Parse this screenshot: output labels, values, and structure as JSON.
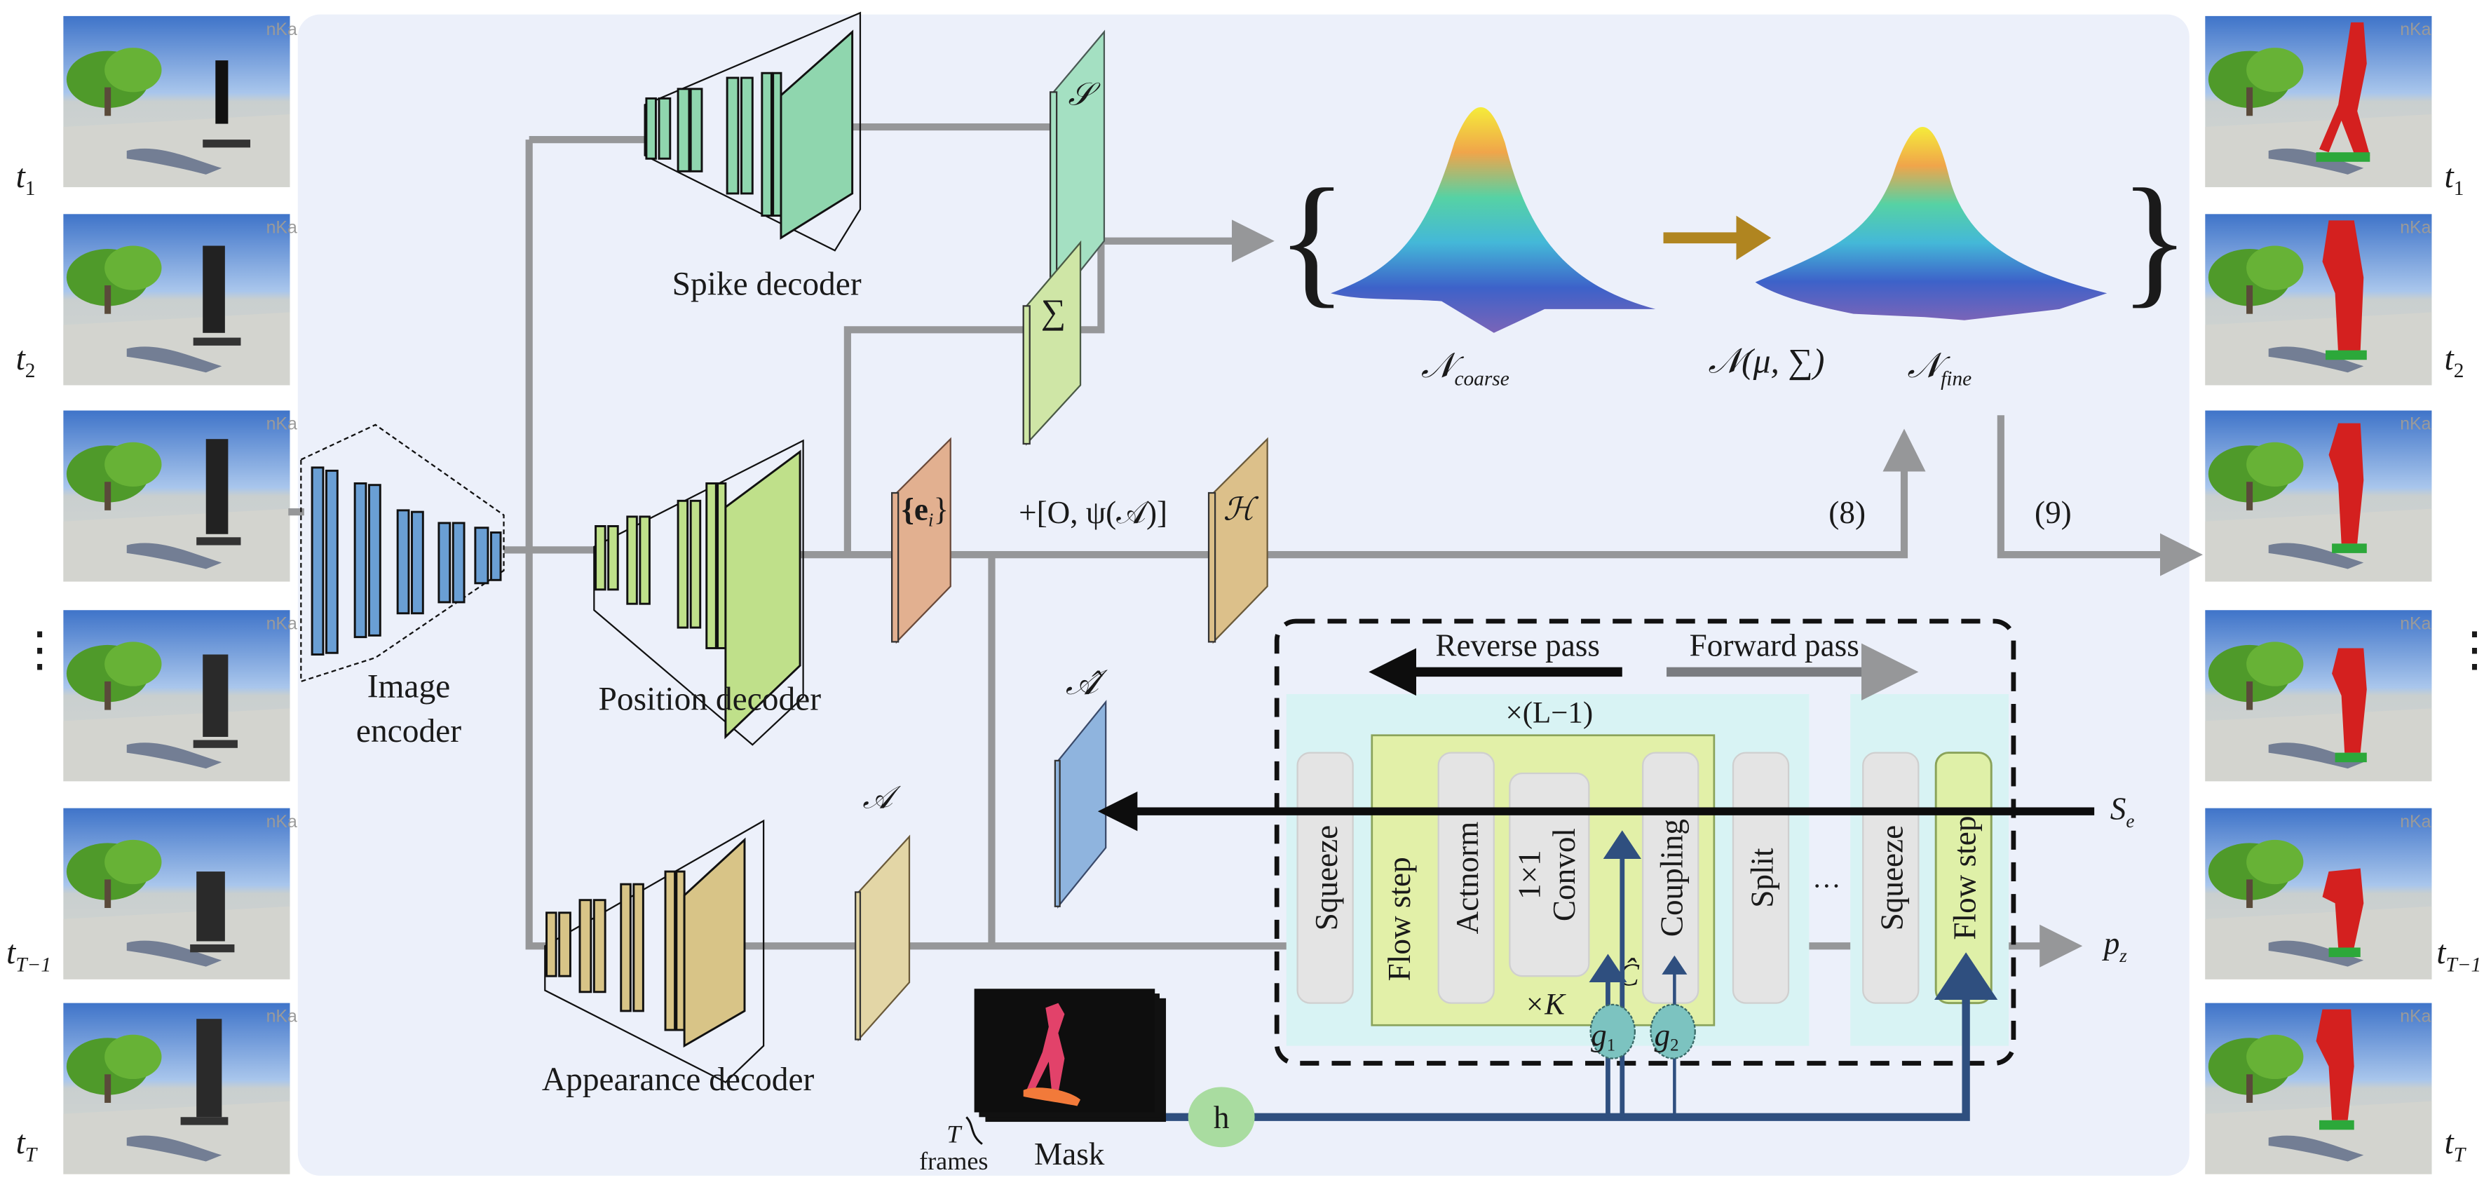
{
  "figure": {
    "colors": {
      "panel_background": "#ecf0fa",
      "connector_gray": "#969799",
      "reverse_arrow": "#0d0d0d",
      "conditioning_blue": "#2f4f7f",
      "spike_decoder": "#8fd6ae",
      "position_decoder": "#bfe08a",
      "appearance_decoder": "#d8c487",
      "image_encoder": "#6a9fd4",
      "ei_panel": "#e2b090",
      "h_panel": "#dcc08a",
      "a_hat_panel": "#8fb4de",
      "flow_region": "#d8f3f4",
      "flow_step_box": "#e2f0a8",
      "g_node": "#7cc3c0",
      "h_node": "#a9dca0",
      "transition_arrow": "#b08520"
    }
  },
  "input_frames": {
    "labels": [
      "t1",
      "t2",
      "",
      "⋮",
      "tT−1",
      "tT"
    ],
    "items": [
      {
        "label_main": "t",
        "label_sub": "1",
        "watermark": "nKa"
      },
      {
        "label_main": "t",
        "label_sub": "2",
        "watermark": "nKa"
      },
      {
        "label_main": "",
        "label_sub": "",
        "watermark": "nKa"
      },
      {
        "label_main": "",
        "label_sub": "",
        "watermark": "nKa"
      },
      {
        "label_main": "t",
        "label_sub": "T−1",
        "watermark": "nKa"
      },
      {
        "label_main": "t",
        "label_sub": "T",
        "watermark": "nKa"
      }
    ],
    "ellipsis": "⋮"
  },
  "output_frames": {
    "items": [
      {
        "label_main": "t",
        "label_sub": "1",
        "watermark": "nKa"
      },
      {
        "label_main": "t",
        "label_sub": "2",
        "watermark": "nKa"
      },
      {
        "label_main": "",
        "label_sub": "",
        "watermark": "nKa"
      },
      {
        "label_main": "",
        "label_sub": "",
        "watermark": "nKa"
      },
      {
        "label_main": "t",
        "label_sub": "T−1",
        "watermark": "nKa"
      },
      {
        "label_main": "t",
        "label_sub": "T",
        "watermark": "nKa"
      }
    ],
    "ellipsis": "⋮"
  },
  "encoder": {
    "label_line1": "Image",
    "label_line2": "encoder"
  },
  "decoders": {
    "spike": "Spike decoder",
    "position": "Position decoder",
    "appearance": "Appearance decoder"
  },
  "features": {
    "S": "𝒮",
    "Sigma": "∑",
    "ei_open": "{e",
    "ei_sub": "i",
    "ei_close": "}",
    "concat": "+[O, ψ(𝒜)]",
    "H": "ℋ",
    "A": "𝒜",
    "A_hat": "𝒜̂"
  },
  "gaussians": {
    "coarse_main": "𝒩",
    "coarse_sub": "coarse",
    "fine_main": "𝒩",
    "fine_sub": "fine",
    "transition": "𝒩(μ, ∑)",
    "brace_open": "{",
    "brace_close": "}"
  },
  "equations": {
    "eq8": "(8)",
    "eq9": "(9)"
  },
  "flow": {
    "reverse_pass": "Reverse pass",
    "forward_pass": "Forward pass",
    "repeat_levels": "×(L−1)",
    "repeat_steps": "×K",
    "blocks": {
      "squeeze1": "Squeeze",
      "flow_step": "Flow step",
      "actnorm": "Actnorm",
      "conv_line1": "1×1",
      "conv_line2": "Convol",
      "coupling": "Coupling",
      "split": "Split",
      "ellipsis": "…",
      "squeeze2": "Squeeze",
      "flow_step_final": "Flow step"
    },
    "c_hat": "Ĉ",
    "g1_main": "g",
    "g1_sub": "1",
    "g2_main": "g",
    "g2_sub": "2",
    "se_main": "S",
    "se_sub": "e",
    "pz_main": "p",
    "pz_sub": "z"
  },
  "mask": {
    "label": "Mask",
    "frames_T": "T",
    "frames_label": "frames",
    "h_node": "h"
  }
}
